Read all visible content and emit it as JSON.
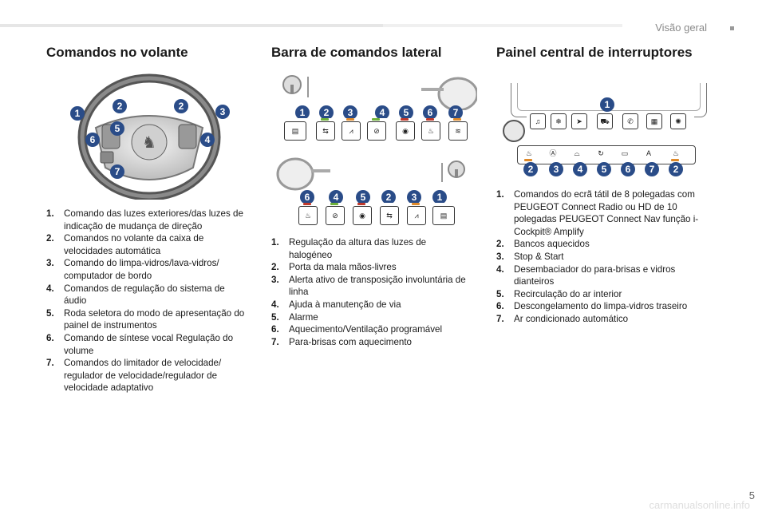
{
  "header": {
    "section": "Visão geral"
  },
  "page_number": "5",
  "watermark": "carmanualsonline.info",
  "sections": {
    "steering": {
      "title": "Comandos no volante",
      "badges": [
        "1",
        "2",
        "2",
        "3",
        "5",
        "6",
        "4",
        "7"
      ],
      "items": [
        {
          "num": "1.",
          "text": "Comando das luzes exteriores/das luzes de indicação de mudança de direção"
        },
        {
          "num": "2.",
          "text": "Comandos no volante da caixa de velocidades automática"
        },
        {
          "num": "3.",
          "text": "Comando do limpa-vidros/lava-vidros/ computador de bordo"
        },
        {
          "num": "4.",
          "text": "Comandos de regulação do sistema de áudio"
        },
        {
          "num": "5.",
          "text": "Roda seletora do modo de apresentação do painel de instrumentos"
        },
        {
          "num": "6.",
          "text": "Comando de síntese vocal Regulação do volume"
        },
        {
          "num": "7.",
          "text": "Comandos do limitador de velocidade/ regulador de velocidade/regulador de velocidade adaptativo"
        }
      ]
    },
    "lateral": {
      "title": "Barra de comandos lateral",
      "badges_top": [
        "1",
        "2",
        "3",
        "4",
        "5",
        "6",
        "7"
      ],
      "badges_bottom": [
        "6",
        "4",
        "5",
        "2",
        "3",
        "1"
      ],
      "items": [
        {
          "num": "1.",
          "text": "Regulação da altura das luzes de halogéneo"
        },
        {
          "num": "2.",
          "text": "Porta da mala mãos-livres"
        },
        {
          "num": "3.",
          "text": "Alerta ativo de transposição involuntária de linha"
        },
        {
          "num": "4.",
          "text": "Ajuda à manutenção de via"
        },
        {
          "num": "5.",
          "text": "Alarme"
        },
        {
          "num": "6.",
          "text": "Aquecimento/Ventilação programável"
        },
        {
          "num": "7.",
          "text": "Para-brisas com aquecimento"
        }
      ]
    },
    "central": {
      "title": "Painel central de interruptores",
      "badge_top": "1",
      "badges_bottom": [
        "2",
        "3",
        "4",
        "5",
        "6",
        "7",
        "2"
      ],
      "items": [
        {
          "num": "1.",
          "text": "Comandos do ecrã tátil de 8 polegadas com PEUGEOT Connect Radio ou HD de 10 polegadas PEUGEOT Connect Nav função i-Cockpit® Amplify"
        },
        {
          "num": "2.",
          "text": "Bancos aquecidos"
        },
        {
          "num": "3.",
          "text": "Stop & Start"
        },
        {
          "num": "4.",
          "text": "Desembaciador do para-brisas e vidros dianteiros"
        },
        {
          "num": "5.",
          "text": "Recirculação do ar interior"
        },
        {
          "num": "6.",
          "text": "Descongelamento do limpa-vidros traseiro"
        },
        {
          "num": "7.",
          "text": "Ar condicionado automático"
        }
      ]
    }
  },
  "colors": {
    "badge": "#2a4c88",
    "led_green": "#6fb23a",
    "led_orange": "#e08a2a",
    "led_red": "#c0392b"
  }
}
